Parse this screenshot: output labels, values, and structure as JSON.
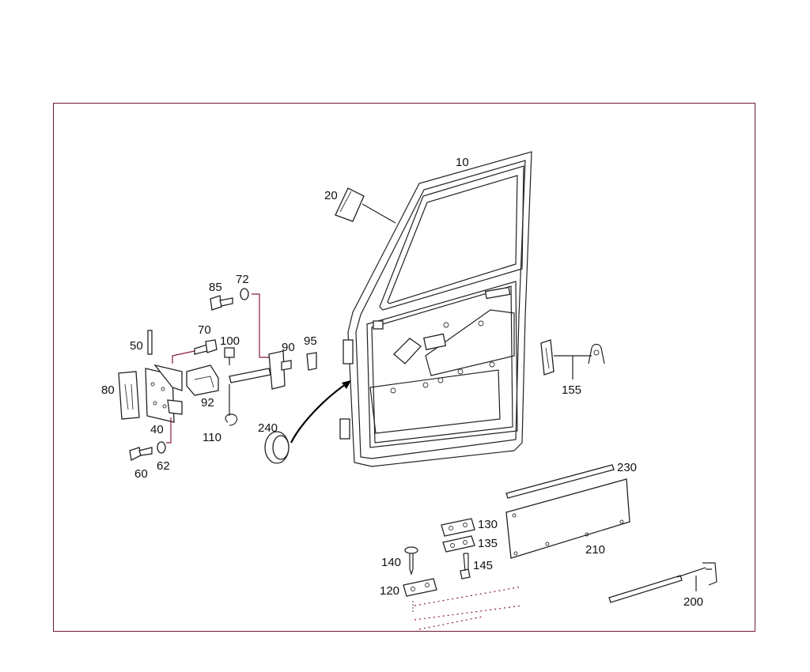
{
  "diagram": {
    "labels": {
      "p10": "10",
      "p20": "20",
      "p40": "40",
      "p50": "50",
      "p60": "60",
      "p62": "62",
      "p70": "70",
      "p72": "72",
      "p80": "80",
      "p85": "85",
      "p90": "90",
      "p92": "92",
      "p95": "95",
      "p100": "100",
      "p110": "110",
      "p120": "120",
      "p130": "130",
      "p135": "135",
      "p140": "140",
      "p145": "145",
      "p155": "155",
      "p200": "200",
      "p210": "210",
      "p230": "230",
      "p240": "240"
    },
    "colors": {
      "frame": "#6b1a2e",
      "leader_red": "#8b1a3a",
      "line": "#222222"
    }
  }
}
